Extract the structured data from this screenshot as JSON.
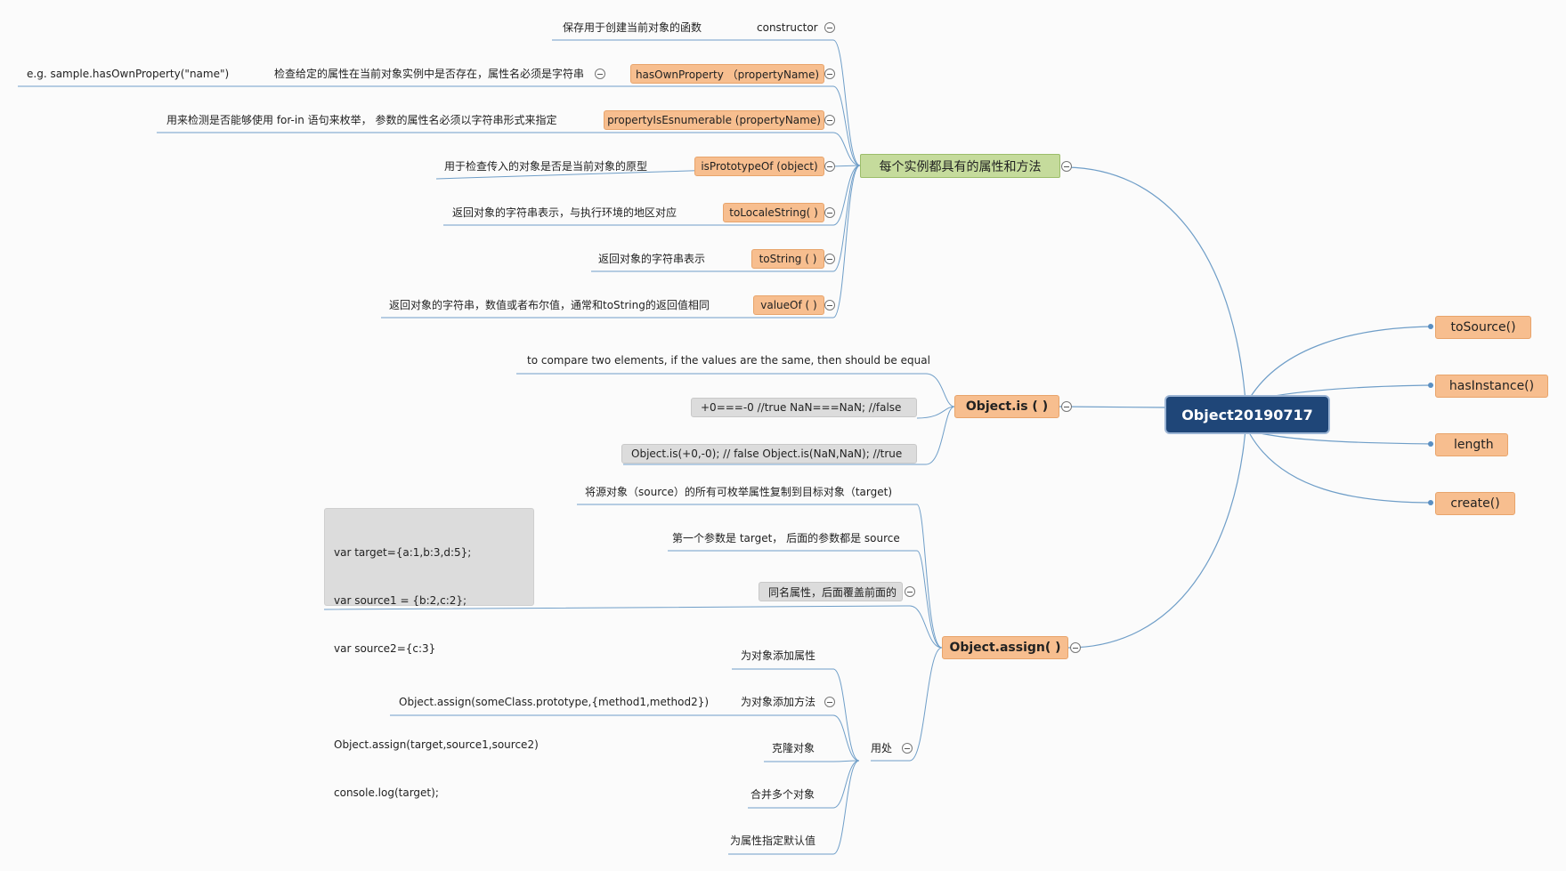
{
  "root": {
    "title": "Object20190717"
  },
  "right_nodes": [
    "toSource()",
    "hasInstance()",
    "length",
    "create()"
  ],
  "instance_methods": {
    "label": "每个实例都具有的属性和方法",
    "items": [
      {
        "name": "constructor",
        "desc": "保存用于创建当前对象的函数"
      },
      {
        "name": "hasOwnProperty （propertyName)",
        "desc": "检查给定的属性在当前对象实例中是否存在，属性名必须是字符串",
        "example": "e.g. sample.hasOwnProperty(\"name\")"
      },
      {
        "name": "propertyIsEsnumerable (propertyName)",
        "desc": "用来检测是否能够使用 for-in 语句来枚举， 参数的属性名必须以字符串形式来指定"
      },
      {
        "name": "isPrototypeOf (object)",
        "desc": "用于检查传入的对象是否是当前对象的原型"
      },
      {
        "name": "toLocaleString( )",
        "desc": "返回对象的字符串表示，与执行环境的地区对应"
      },
      {
        "name": "toString ( )",
        "desc": "返回对象的字符串表示"
      },
      {
        "name": "valueOf ( )",
        "desc": "返回对象的字符串，数值或者布尔值，通常和toString的返回值相同"
      }
    ]
  },
  "object_is": {
    "label": "Object.is ( )",
    "desc": "to compare two elements, if the values are the same, then should be equal",
    "example1": "+0===-0 //true NaN===NaN; //false",
    "example2": "Object.is(+0,-0); // false Object.is(NaN,NaN); //true"
  },
  "object_assign": {
    "label": "Object.assign( )",
    "desc1": "将源对象（source）的所有可枚举属性复制到目标对象（target)",
    "desc2": "第一个参数是 target， 后面的参数都是 source",
    "same_name": "同名属性，后面覆盖前面的",
    "code_lines": [
      "var target={a:1,b:3,d:5};",
      "var source1 = {b:2,c:2};",
      "var source2={c:3}",
      "",
      "Object.assign(target,source1,source2)",
      "console.log(target);"
    ],
    "uses_label": "用处",
    "uses": [
      "为对象添加属性",
      "为对象添加方法",
      "克隆对象",
      "合并多个对象",
      "为属性指定默认值"
    ],
    "method_example": "Object.assign(someClass.prototype,{method1,method2})"
  }
}
